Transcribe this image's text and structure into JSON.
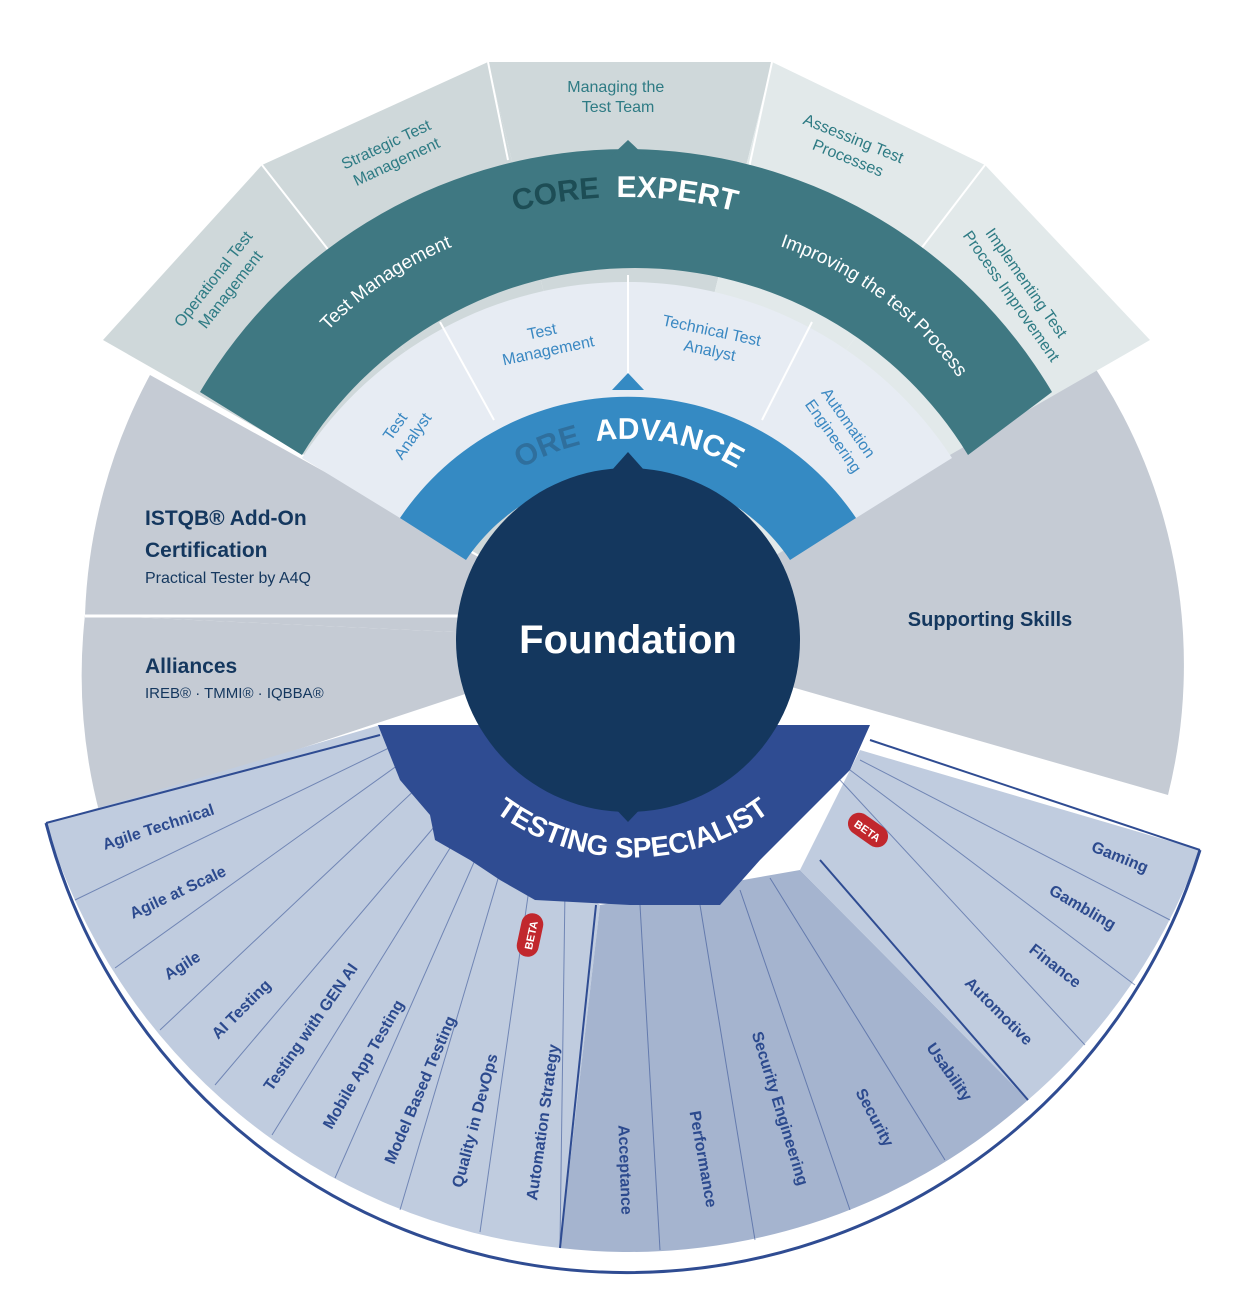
{
  "foundation": "Foundation",
  "advanced": {
    "core_word": "CORE",
    "title_word": "ADVANCED",
    "items": [
      {
        "lines": [
          "Test",
          "Analyst"
        ]
      },
      {
        "lines": [
          "Test",
          "Management"
        ]
      },
      {
        "lines": [
          "Technical Test",
          "Analyst"
        ]
      },
      {
        "lines": [
          "Automation",
          "Engineering"
        ]
      }
    ]
  },
  "expert": {
    "core_word": "CORE",
    "title_word": "EXPERT",
    "left_group": "Test Management",
    "right_group": "Improving the test Process",
    "items": [
      {
        "lines": [
          "Operational Test",
          "Management"
        ]
      },
      {
        "lines": [
          "Strategic Test",
          "Management"
        ]
      },
      {
        "lines": [
          "Managing the",
          "Test Team"
        ]
      },
      {
        "lines": [
          "Assessing Test",
          "Processes"
        ]
      },
      {
        "lines": [
          "Implementing Test",
          "Process Improvement"
        ]
      }
    ]
  },
  "addon": {
    "title_line1": "ISTQB® Add-On",
    "title_line2": "Certification",
    "subtitle": "Practical Tester by A4Q"
  },
  "alliances": {
    "title": "Alliances",
    "subtitle": "IREB® · TMMI® · IQBBA®"
  },
  "supporting_skills": "Supporting Skills",
  "specialist": {
    "title": "TESTING SPECIALIST",
    "beta_label": "BETA",
    "agile_group": [
      "Agile Technical",
      "Agile at Scale",
      "Agile"
    ],
    "middle_group": [
      "AI Testing",
      "Testing with GEN AI",
      "Mobile App Testing",
      "Model Based Testing",
      "Quality in DevOps",
      "Automation Strategy"
    ],
    "quality_group": [
      "Acceptance",
      "Performance",
      "Security Engineering",
      "Security",
      "Usability"
    ],
    "industry_group": [
      "Automotive",
      "Finance",
      "Gambling",
      "Gaming"
    ]
  },
  "colors": {
    "foundation": "#14375e",
    "advanced": "#358ac3",
    "advanced_ring": "#e7ecf3",
    "advanced_text": "#3a88c2",
    "expert": "#3f7882",
    "expert_outer": "#cfd8da",
    "expert_outer_light": "#e2e9ea",
    "expert_text": "#2e7b84",
    "grey_area": "#c5cbd4",
    "specialist": "#2f4c92",
    "specialist_light": "#c0ccdf",
    "specialist_mid": "#a5b4cf",
    "specialist_text": "#2c4a8e",
    "beta": "#c1272d"
  },
  "icons": [
    "chevron-up-icon",
    "chevron-down-icon"
  ]
}
